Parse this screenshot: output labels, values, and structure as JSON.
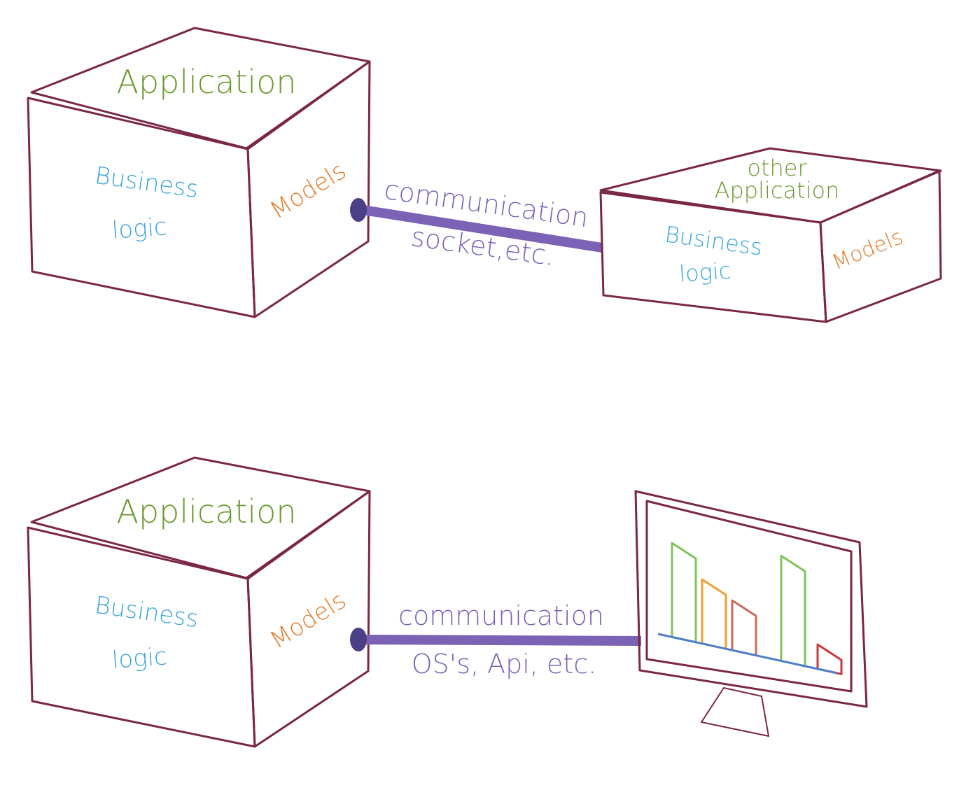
{
  "colors": {
    "outline": "#7a2747",
    "title": "#6a9a30",
    "business": "#3aa6d8",
    "models": "#e07a28",
    "link": "#7b62b5",
    "link_cap": "#4b3f86",
    "axis": "#4c7fc8"
  },
  "top_diagram": {
    "app_box": {
      "title": "Application",
      "business_line1": "Business",
      "business_line2": "logic",
      "models": "Models"
    },
    "link": {
      "label_top": "communication",
      "label_bottom": "socket,etc."
    },
    "other_box": {
      "title_line1": "other",
      "title_line2": "Application",
      "business_line1": "Business",
      "business_line2": "logic",
      "models": "Models"
    }
  },
  "bottom_diagram": {
    "app_box": {
      "title": "Application",
      "business_line1": "Business",
      "business_line2": "logic",
      "models": "Models"
    },
    "link": {
      "label_top": "communication",
      "label_bottom": "OS's, Api, etc."
    },
    "monitor": {
      "icon": "monitor-icon",
      "bars": [
        {
          "value": 0.85,
          "color": "#7cc35a"
        },
        {
          "value": 0.58,
          "color": "#f0a030"
        },
        {
          "value": 0.45,
          "color": "#c86a5a"
        },
        {
          "value": 0.95,
          "color": "#7cc35a"
        },
        {
          "value": 0.22,
          "color": "#c8383a"
        }
      ]
    }
  }
}
